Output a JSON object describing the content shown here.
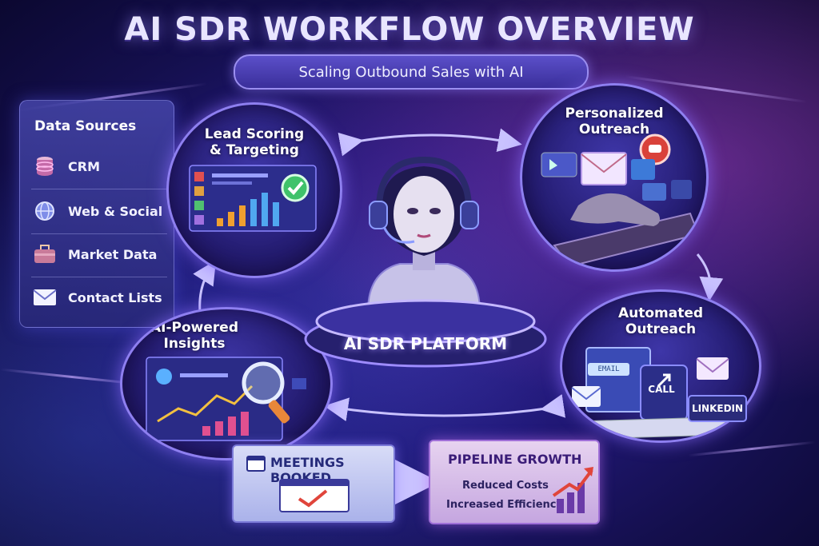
{
  "header": {
    "title": "AI SDR WORKFLOW OVERVIEW",
    "subtitle": "Scaling Outbound Sales with AI"
  },
  "data_sources": {
    "heading": "Data Sources",
    "items": [
      {
        "label": "CRM",
        "icon": "database-icon"
      },
      {
        "label": "Web & Social",
        "icon": "globe-icon"
      },
      {
        "label": "Market Data",
        "icon": "briefcase-icon"
      },
      {
        "label": "Contact Lists",
        "icon": "envelope-icon"
      }
    ]
  },
  "stages": {
    "lead_scoring": {
      "line1": "Lead Scoring",
      "line2": "& Targeting"
    },
    "personalized": {
      "line1": "Personalized",
      "line2": "Outreach"
    },
    "automated": {
      "line1": "Automated",
      "line2": "Outreach",
      "email_tag": "EMAIL",
      "call_label": "CALL",
      "linkedin_label": "LINKEDIN"
    },
    "insights": {
      "line1": "AI-Powered",
      "line2": "Insights"
    }
  },
  "platform": {
    "label": "AI SDR PLATFORM"
  },
  "outcomes": {
    "meetings": {
      "title": "MEETINGS BOOKED"
    },
    "pipeline": {
      "title": "PIPELINE GROWTH",
      "line1": "Reduced Costs",
      "line2": "Increased Efficiency"
    }
  },
  "colors": {
    "accent": "#8e7ff0",
    "background": "#22197a",
    "highlight": "#e0453b"
  }
}
